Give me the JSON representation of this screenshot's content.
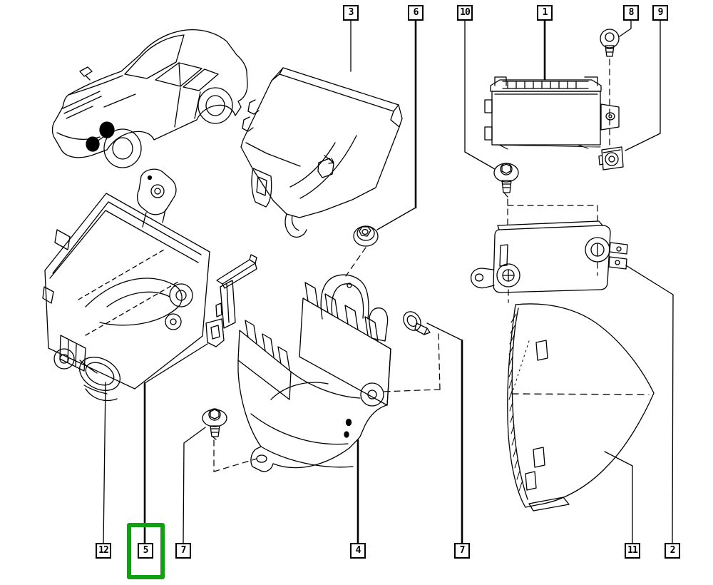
{
  "diagram": {
    "type": "exploded-parts-diagram",
    "background_color": "#ffffff",
    "line_color": "#000000",
    "highlight_color": "#12a012",
    "selected_callout": "5",
    "top_callouts": [
      {
        "label": "3"
      },
      {
        "label": "6"
      },
      {
        "label": "10"
      },
      {
        "label": "1"
      },
      {
        "label": "8"
      },
      {
        "label": "9"
      }
    ],
    "bottom_callouts": [
      {
        "label": "12"
      },
      {
        "label": "5"
      },
      {
        "label": "7"
      },
      {
        "label": "4"
      },
      {
        "label": "7"
      },
      {
        "label": "11"
      },
      {
        "label": "2"
      }
    ]
  }
}
